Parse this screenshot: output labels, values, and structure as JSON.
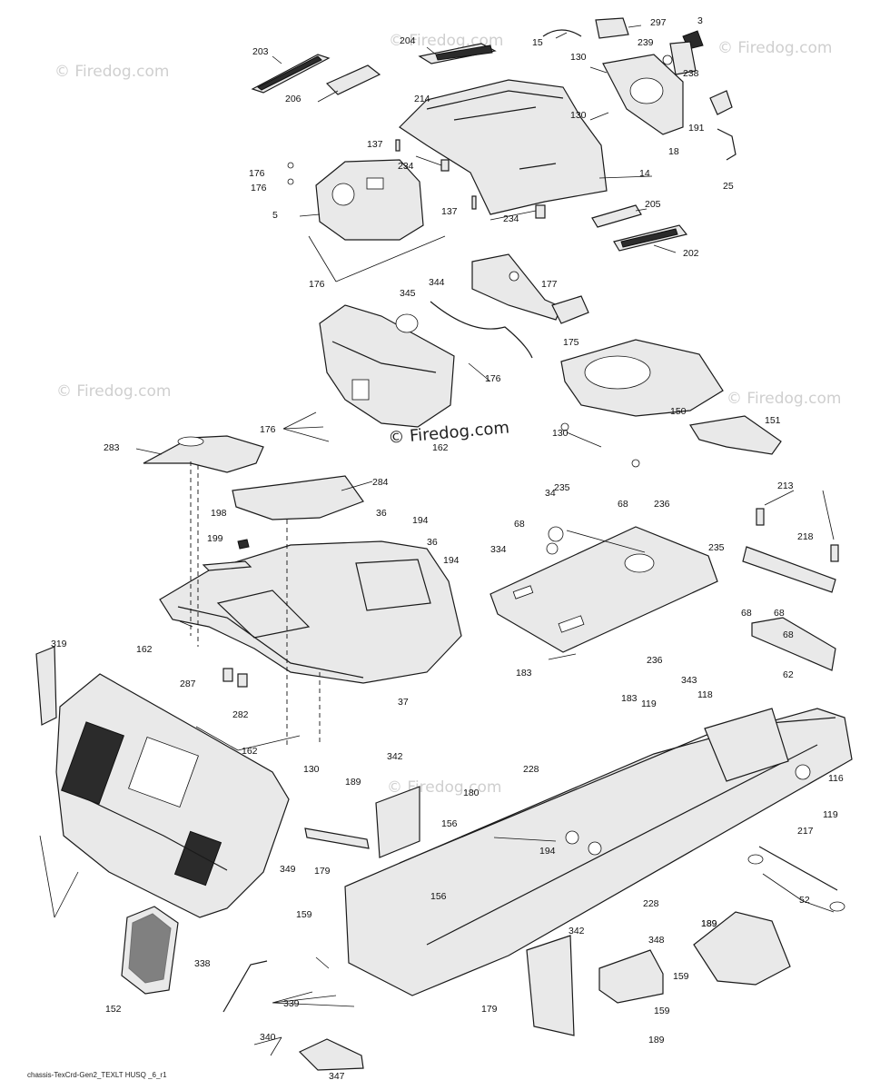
{
  "diagram": {
    "watermark": "© Firedog.com",
    "center_watermark": "© Firedog.com",
    "footer": "chassis-TexCrd-Gen2_TEXLT HUSQ _6_r1",
    "callouts": [
      "297",
      "3",
      "15",
      "204",
      "239",
      "203",
      "130",
      "238",
      "206",
      "214",
      "130",
      "191",
      "137",
      "18",
      "234",
      "14",
      "176",
      "25",
      "176",
      "5",
      "205",
      "137",
      "234",
      "202",
      "176",
      "344",
      "177",
      "345",
      "175",
      "176",
      "176",
      "150",
      "162",
      "130",
      "151",
      "283",
      "284",
      "235",
      "68",
      "236",
      "34",
      "213",
      "198",
      "36",
      "194",
      "68",
      "218",
      "199",
      "36",
      "194",
      "235",
      "68",
      "334",
      "68",
      "162",
      "236",
      "68",
      "287",
      "183",
      "343",
      "62",
      "37",
      "282",
      "118",
      "183",
      "119",
      "162",
      "319",
      "342",
      "130",
      "189",
      "228",
      "180",
      "116",
      "156",
      "119",
      "194",
      "217",
      "349",
      "179",
      "228",
      "52",
      "156",
      "342",
      "348",
      "189",
      "338",
      "159",
      "179",
      "189",
      "159",
      "339",
      "159",
      "152",
      "340",
      "189",
      "347"
    ]
  }
}
